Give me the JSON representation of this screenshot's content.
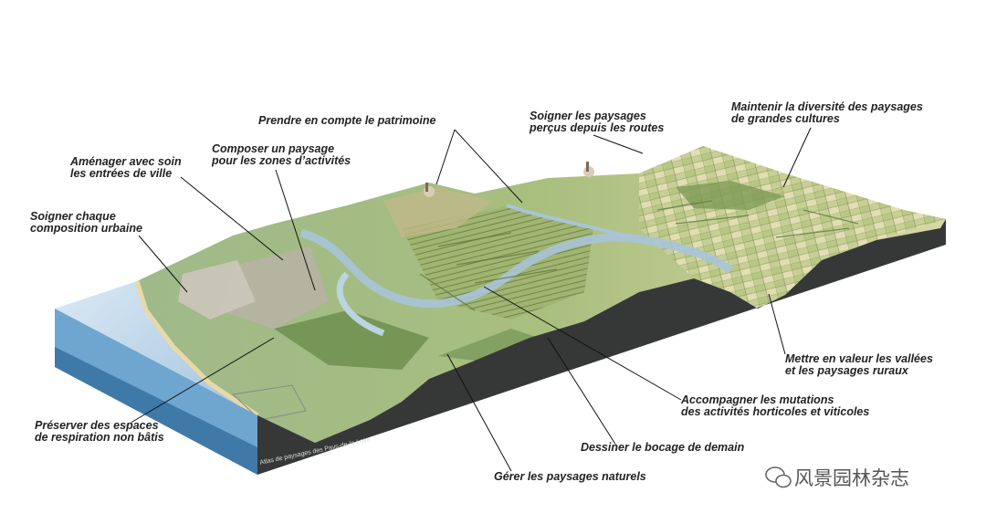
{
  "labels": {
    "patrimoine": "Prendre en compte le patrimoine",
    "routes_1": "Soigner les paysages",
    "routes_2": "perçus depuis les routes",
    "cultures_1": "Maintenir la diversité des paysages",
    "cultures_2": "de grandes cultures",
    "entrees_1": "Aménager avec soin",
    "entrees_2": "les entrées de ville",
    "activites_1": "Composer un paysage",
    "activites_2": "pour les zones d’activités",
    "urbaine_1": "Soigner chaque",
    "urbaine_2": "composition urbaine",
    "vallees_1": "Mettre en valeur les vallées",
    "vallees_2": "et les paysages ruraux",
    "mutations_1": "Accompagner les mutations",
    "mutations_2": "des activités horticoles et viticoles",
    "respiration_1": "Préserver des espaces",
    "respiration_2": "de respiration non bâtis",
    "bocage": "Dessiner le bocage de demain",
    "naturels": "Gérer les paysages naturels"
  },
  "credit": "Atlas de paysages des Pays-de-la-Loire",
  "watermark": {
    "text": "风景园林杂志",
    "icon": "wechat-icon"
  }
}
